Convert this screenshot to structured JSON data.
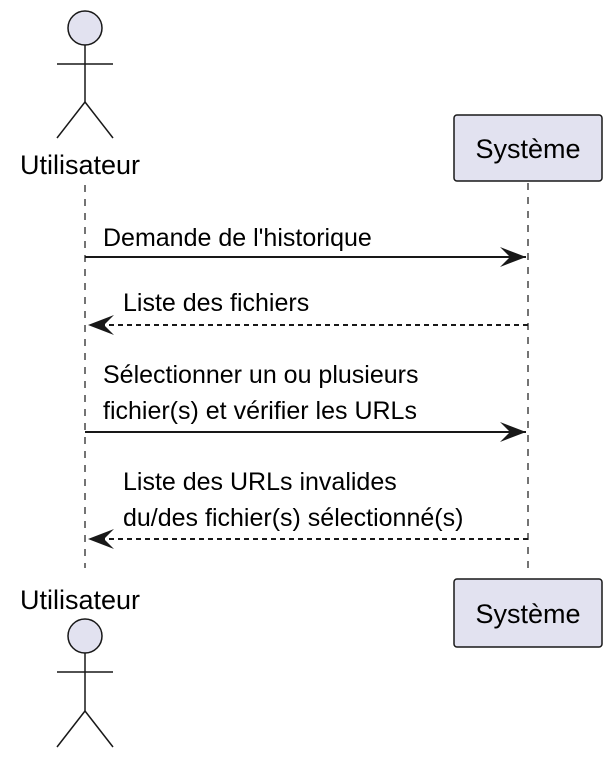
{
  "participants": {
    "user": {
      "name": "Utilisateur",
      "kind": "actor"
    },
    "system": {
      "name": "Système",
      "kind": "participant"
    }
  },
  "messages": [
    {
      "from": "user",
      "to": "system",
      "style": "solid",
      "lines": [
        "Demande de l'historique"
      ]
    },
    {
      "from": "system",
      "to": "user",
      "style": "dashed",
      "lines": [
        "Liste des fichiers"
      ]
    },
    {
      "from": "user",
      "to": "system",
      "style": "solid",
      "lines": [
        "Sélectionner un ou plusieurs",
        "fichier(s) et vérifier les URLs"
      ]
    },
    {
      "from": "system",
      "to": "user",
      "style": "dashed",
      "lines": [
        "Liste des URLs invalides",
        "du/des fichier(s) sélectionné(s)"
      ]
    }
  ],
  "colors": {
    "actor_fill": "#E2E2F0",
    "participant_fill": "#E2E2F0",
    "stroke": "#181818",
    "lifeline": "#181818"
  }
}
